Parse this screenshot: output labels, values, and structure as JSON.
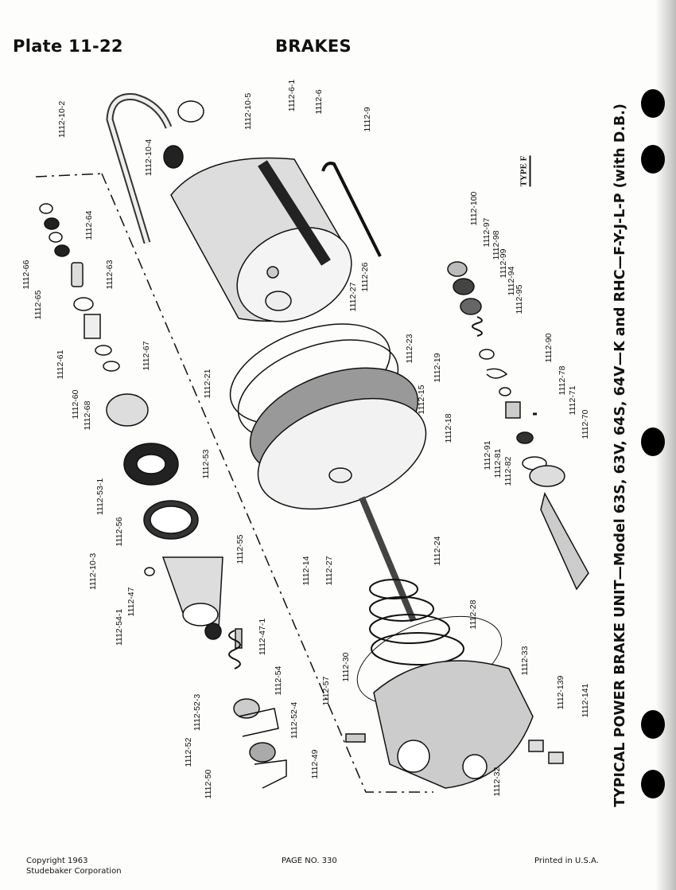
{
  "header": {
    "plate": "Plate 11-22",
    "section": "BRAKES"
  },
  "type_label": "TYPE F",
  "title": "TYPICAL POWER BRAKE UNIT—Model 63S, 63V, 64S, 64V—K and RHC—F-Y-J-L-P (with D.B.)",
  "part_labels": [
    "1112-10-2",
    "1112-10-5",
    "1112-6-1",
    "1112-6",
    "1112-9",
    "1112-10-4",
    "1112-66",
    "1112-65",
    "1112-64",
    "1112-63",
    "1112-61",
    "1112-60",
    "1112-67",
    "1112-26",
    "1112-27",
    "1112-21",
    "1112-23",
    "1112-19",
    "1112-15",
    "1112-18",
    "1112-68",
    "1112-53-1",
    "1112-53",
    "1112-56",
    "1112-55",
    "1112-10-3",
    "1112-47",
    "1112-54-1",
    "1112-47-1",
    "1112-14",
    "1112-27",
    "1112-24",
    "1112-28",
    "1112-33",
    "1112-30",
    "1112-57",
    "1112-54",
    "1112-52-3",
    "1112-52-4",
    "1112-52",
    "1112-49",
    "1112-50",
    "1112-32",
    "1112-139",
    "1112-141",
    "1112-100",
    "1112-97",
    "1112-98",
    "1112-99",
    "1112-94",
    "1112-95",
    "1112-90",
    "1112-78",
    "1112-71",
    "1112-70",
    "1112-91",
    "1112-81",
    "1112-82"
  ],
  "footer": {
    "copyright_line1": "Copyright 1963",
    "copyright_line2": "Studebaker Corporation",
    "page": "PAGE NO. 330",
    "printed": "Printed in U.S.A."
  }
}
